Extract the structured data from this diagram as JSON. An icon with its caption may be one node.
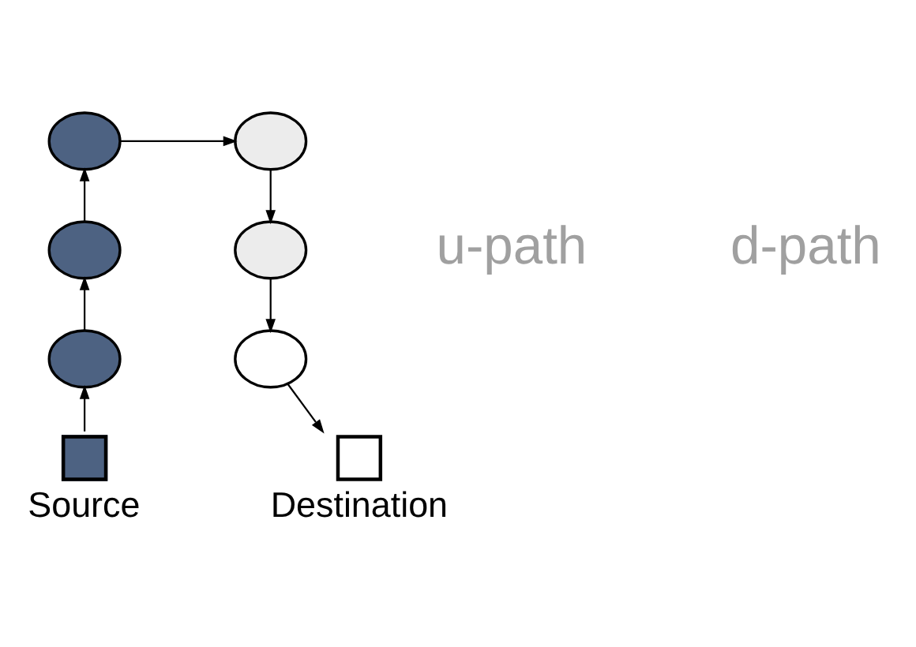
{
  "diagram": {
    "nodes": [
      {
        "text": [],
        "shape": "box",
        "beside": [
          "Source"
        ]
      },
      {
        "text": [],
        "shape": "circle"
      },
      {
        "text": [],
        "shape": "circle"
      },
      {
        "text": [],
        "shape": "circle"
      },
      {
        "text": [],
        "shape": "circle"
      },
      {
        "text": [],
        "shape": "circle"
      },
      {
        "text": [],
        "shape": "circle"
      },
      {
        "text": [],
        "shape": "box",
        "beside": [
          "Destination"
        ]
      }
    ],
    "edges": [
      {
        "from": 0,
        "to": 1,
        "arrow": "to"
      },
      {
        "from": 1,
        "to": 2,
        "arrow": "to"
      },
      {
        "from": 2,
        "to": 3,
        "arrow": "to"
      },
      {
        "from": 3,
        "to": 4,
        "arrow": "to"
      },
      {
        "from": 4,
        "to": 5,
        "arrow": "to"
      },
      {
        "from": 5,
        "to": 6,
        "arrow": "to"
      },
      {
        "from": 6,
        "to": 7,
        "arrow": "to"
      }
    ],
    "labels": [
      "u-path",
      "d-path"
    ]
  }
}
